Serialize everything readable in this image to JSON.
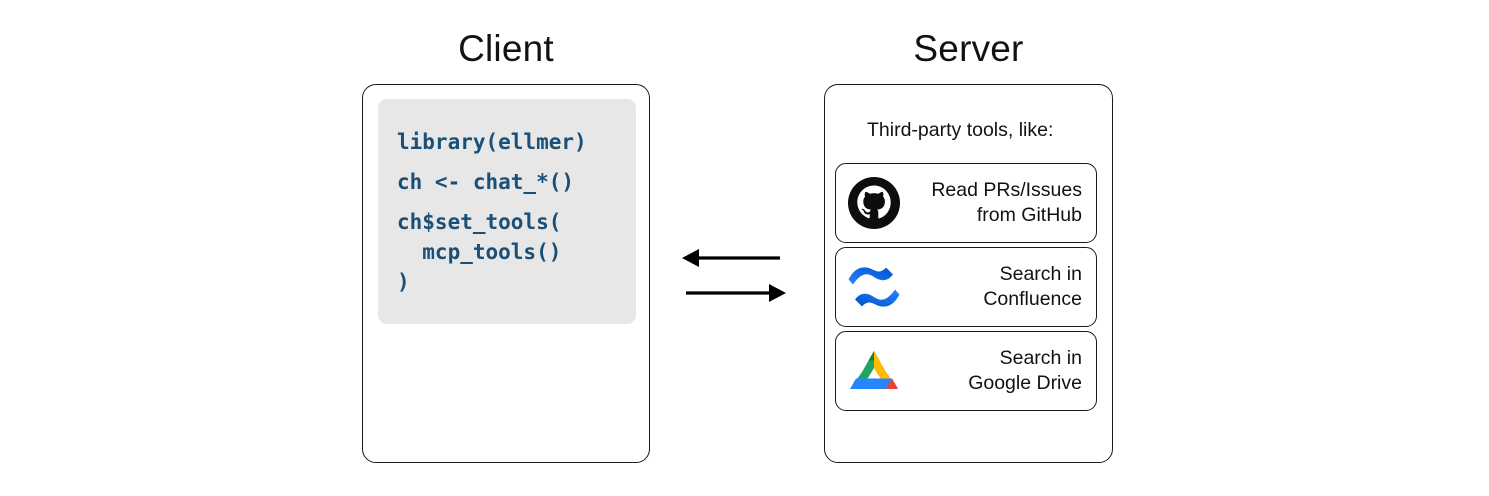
{
  "diagram": {
    "title_client": "Client",
    "title_server": "Server"
  },
  "client": {
    "code_lines": [
      "library(ellmer)",
      "ch <- chat_*()",
      "ch$set_tools(",
      "  mcp_tools()",
      ")"
    ],
    "code_text_color": "#1a4f77",
    "code_bg_color": "#e7e7e7"
  },
  "connector": {
    "arrow_to_client": "arrow-left",
    "arrow_to_server": "arrow-right",
    "color": "#000000"
  },
  "server": {
    "caption": "Third-party tools, like:",
    "tools": [
      {
        "icon": "github-icon",
        "label": "Read PRs/Issues\nfrom GitHub",
        "icon_color": "#0d0d0d"
      },
      {
        "icon": "confluence-icon",
        "label": "Search in\nConfluence",
        "icon_color": "#1f72e8"
      },
      {
        "icon": "google-drive-icon",
        "label": "Search in\nGoogle Drive",
        "icon_color": "#1fa463"
      }
    ]
  }
}
